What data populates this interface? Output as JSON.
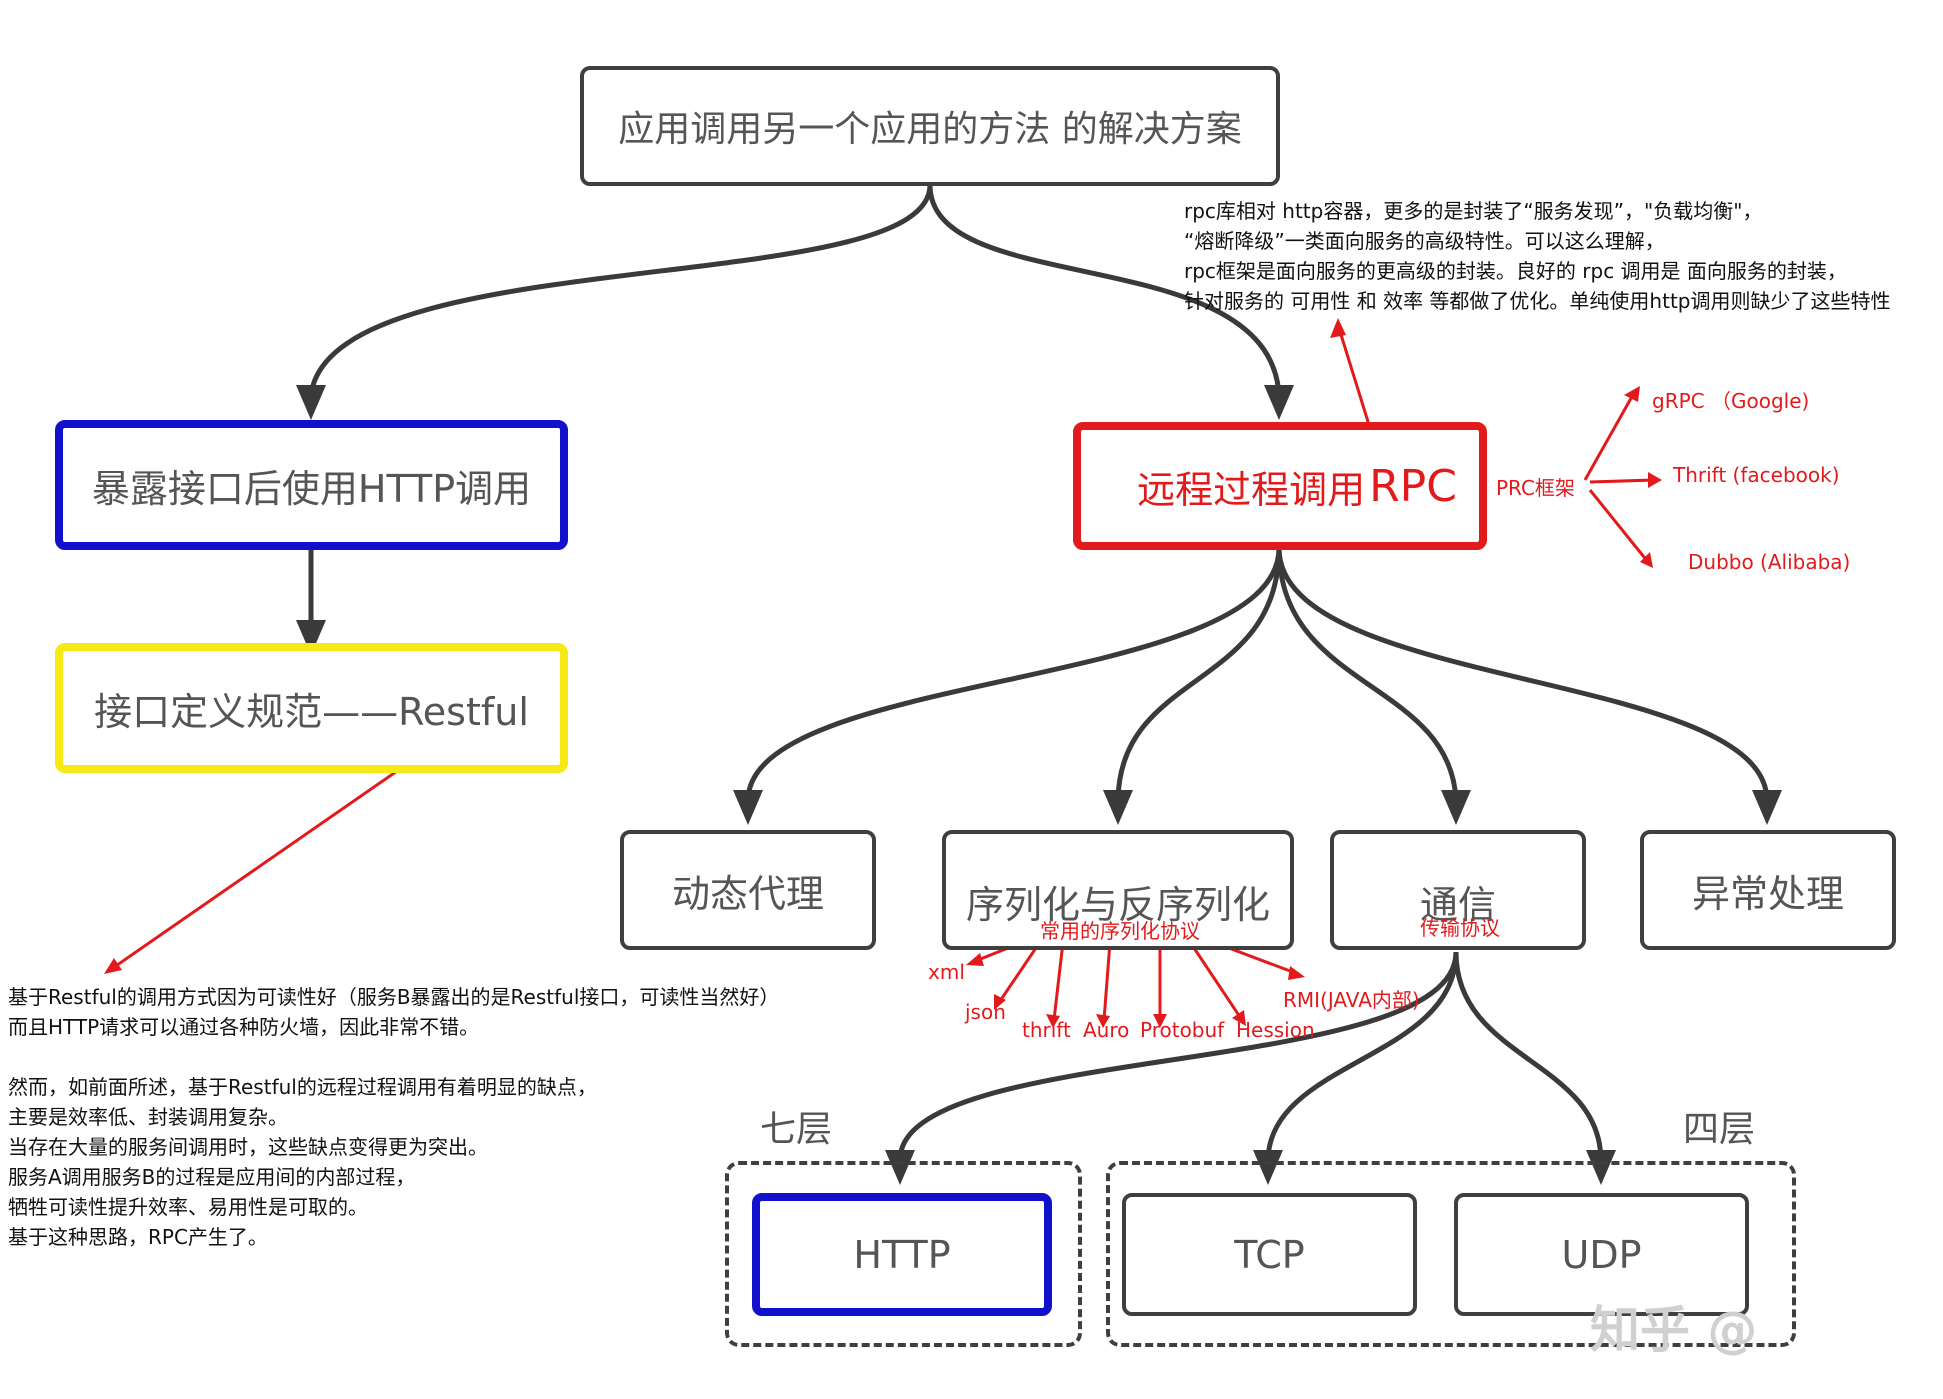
{
  "nodes": {
    "root": "应用调用另一个应用的方法 的解决方案",
    "http_call": "暴露接口后使用HTTP调用",
    "restful": "接口定义规范——Restful",
    "rpc_prefix": "远程过程调用",
    "rpc_suffix": "RPC",
    "proxy": "动态代理",
    "serialization": "序列化与反序列化",
    "communication": "通信",
    "exception": "异常处理",
    "http": "HTTP",
    "tcp": "TCP",
    "udp": "UDP"
  },
  "layers": {
    "seven": "七层",
    "four": "四层"
  },
  "rpc_note": [
    " rpc库相对 http容器，更多的是封装了“服务发现”，\"负载均衡\"，",
    "“熔断降级”一类面向服务的高级特性。可以这么理解，",
    "rpc框架是面向服务的更高级的封装。良好的 rpc 调用是 面向服务的封装，",
    "针对服务的 可用性 和 效率 等都做了优化。单纯使用http调用则缺少了这些特性"
  ],
  "frameworks": {
    "label": "PRC框架",
    "items": [
      "gRPC  （Google)",
      "Thrift (facebook)",
      "Dubbo (Alibaba)"
    ]
  },
  "serialization_protocols": {
    "label": "常用的序列化协议",
    "items": [
      "xml",
      "json",
      "thrift",
      "Auro",
      "Protobuf",
      "Hession",
      "RMI(JAVA内部)"
    ]
  },
  "transport_label": "传输协议",
  "restful_note": [
    "基于Restful的调用方式因为可读性好（服务B暴露出的是Restful接口，可读性当然好）",
    "而且HTTP请求可以通过各种防火墙，因此非常不错。",
    "",
    "然而，如前面所述，基于Restful的远程过程调用有着明显的缺点，",
    "主要是效率低、封装调用复杂。",
    "当存在大量的服务间调用时，这些缺点变得更为突出。",
    "服务A调用服务B的过程是应用间的内部过程，",
    "牺牲可读性提升效率、易用性是可取的。",
    "基于这种思路，RPC产生了。"
  ],
  "watermark": "知乎 @",
  "colors": {
    "red": "#e31a1c",
    "blue": "#1111cc",
    "yellow": "#f5ea14",
    "dark": "#3f3f3f"
  }
}
